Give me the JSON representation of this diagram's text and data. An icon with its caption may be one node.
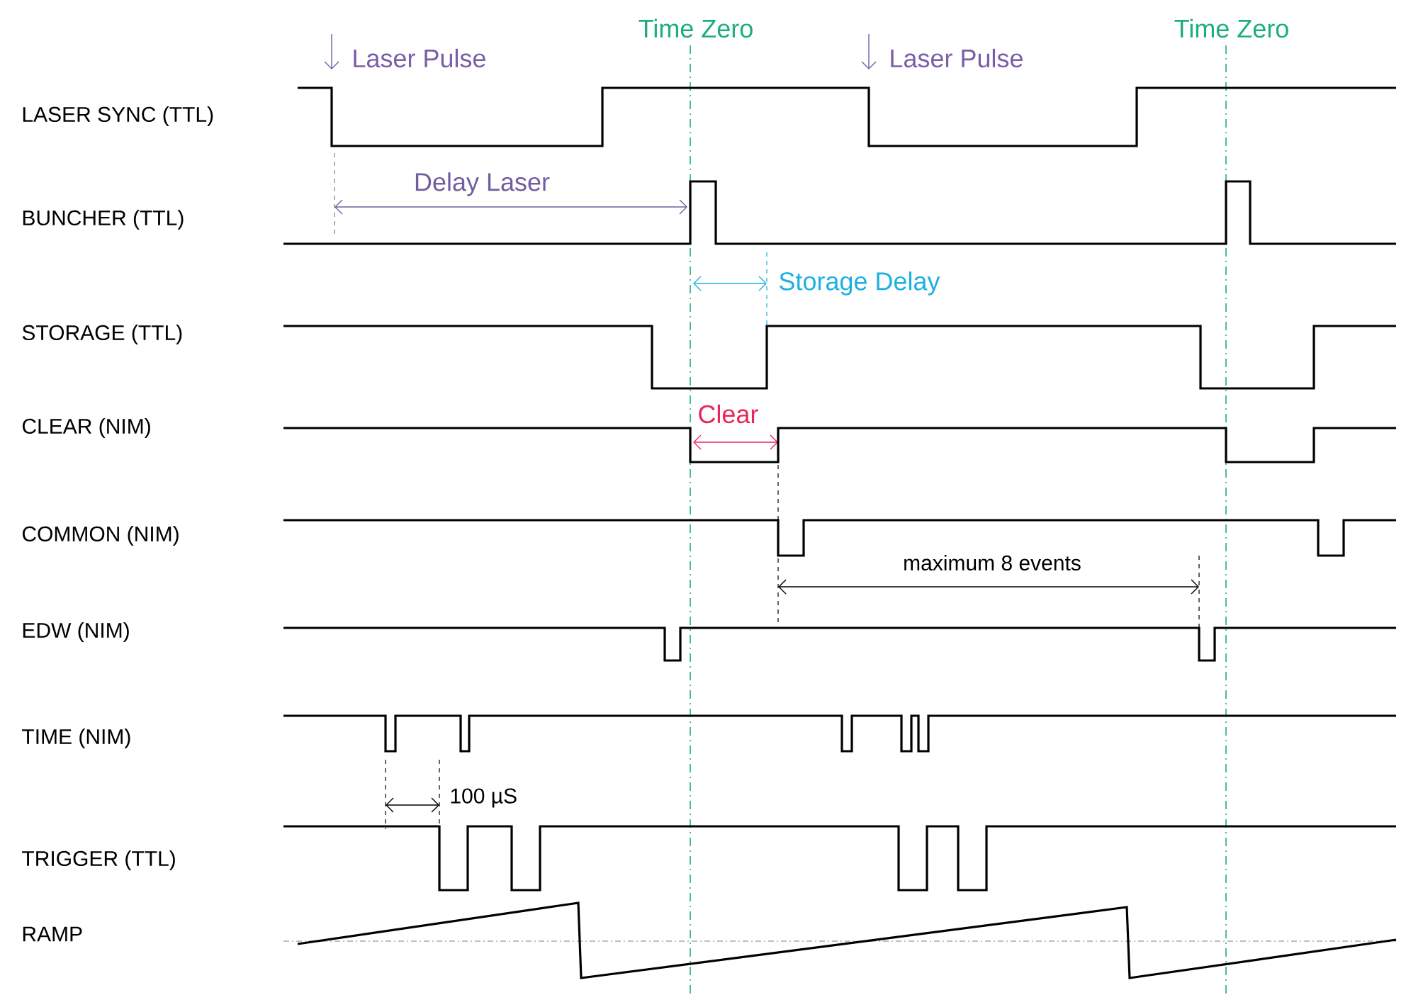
{
  "diagram": {
    "labels": [
      "Time Zero",
      "Time Zero",
      "Laser Pulse",
      "Laser Pulse",
      "LASER SYNC (TTL)",
      "Delay Laser",
      "BUNCHER (TTL)",
      "Storage Delay",
      "STORAGE (TTL)",
      "Clear",
      "CLEAR (NIM)",
      "COMMON (NIM)",
      "maximum 8 events",
      "EDW (NIM)",
      "TIME (NIM)",
      "100 µS",
      "TRIGGER (TTL)",
      "RAMP"
    ]
  }
}
